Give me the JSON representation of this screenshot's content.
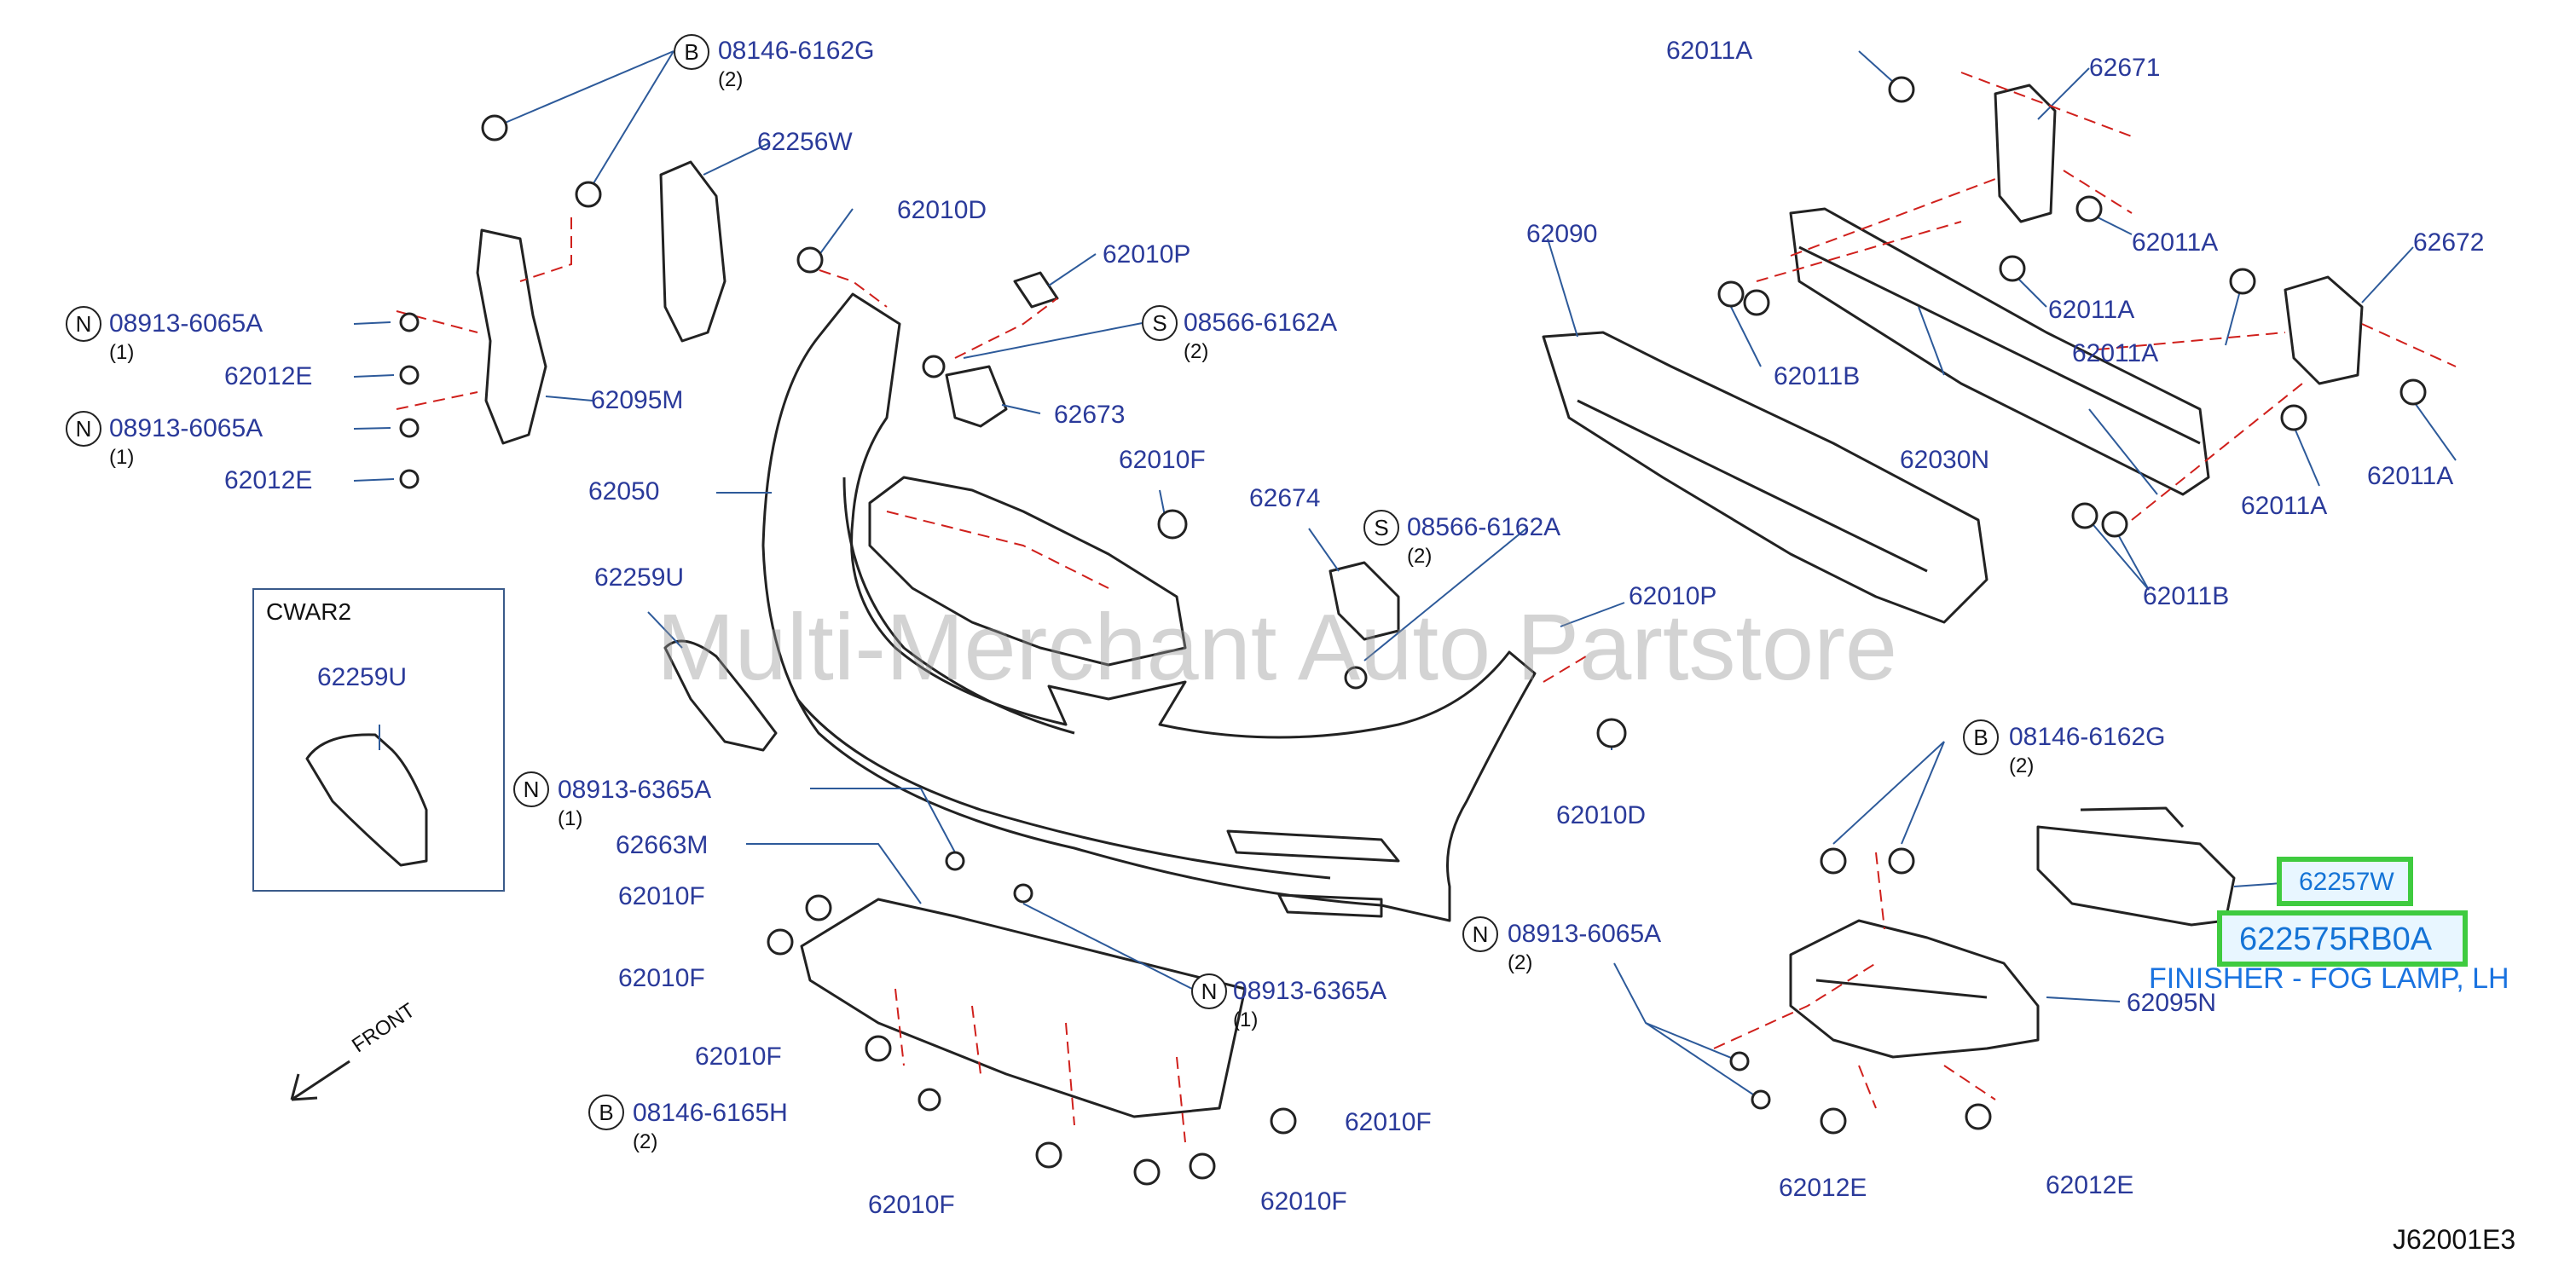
{
  "watermark": "Multi-Merchant Auto Partstore",
  "inset_title": "CWAR2",
  "diagram_code": "J62001E3",
  "front_label": "FRONT",
  "highlight": {
    "part_label": "62257W",
    "part_number": "622575RB0A",
    "description": "FINISHER - FOG LAMP, LH"
  },
  "colors": {
    "label_blue": "#2a3a9a",
    "highlight_green": "#3fcb3f",
    "highlight_text": "#1473d6",
    "leader_red": "#d0201c",
    "leader_blue": "#2d5a9a"
  },
  "labels": {
    "p08146_6162G_top": "08146-6162G",
    "c2_top": "(2)",
    "p62256W": "62256W",
    "p62010D_top": "62010D",
    "p62010P_top": "62010P",
    "p08566_6162A_top": "08566-6162A",
    "c2_s1": "(2)",
    "p62673": "62673",
    "p08913_6065A_1": "08913-6065A",
    "c1_n1": "(1)",
    "p62012E_1": "62012E",
    "p08913_6065A_2": "08913-6065A",
    "c1_n2": "(1)",
    "p62012E_2": "62012E",
    "p62095M": "62095M",
    "p62050": "62050",
    "p62010F_mid": "62010F",
    "p62674": "62674",
    "p08566_6162A_mid": "08566-6162A",
    "c2_s2": "(2)",
    "p62259U": "62259U",
    "p62259U_inset": "62259U",
    "p62010P_mid": "62010P",
    "p62010D_mid": "62010D",
    "p08913_6365A_1": "08913-6365A",
    "c1_n3": "(1)",
    "p62663M": "62663M",
    "p62010F_a": "62010F",
    "p62010F_b": "62010F",
    "p62010F_c": "62010F",
    "p08913_6365A_2": "08913-6365A",
    "c1_n4": "(1)",
    "p08146_6165H": "08146-6165H",
    "c2_b2": "(2)",
    "p62010F_d": "62010F",
    "p62010F_e": "62010F",
    "p62010F_f": "62010F",
    "p08913_6065A_3": "08913-6065A",
    "c2_n5": "(2)",
    "p08146_6162G_mid": "08146-6162G",
    "c2_b3": "(2)",
    "p62095N": "62095N",
    "p62012E_3": "62012E",
    "p62012E_4": "62012E",
    "p62011A_1": "62011A",
    "p62671": "62671",
    "p62011A_2": "62011A",
    "p62011A_3": "62011A",
    "p62672": "62672",
    "p62011A_4": "62011A",
    "p62090": "62090",
    "p62011B_1": "62011B",
    "p62030N": "62030N",
    "p62011A_5": "62011A",
    "p62011A_6": "62011A",
    "p62011B_2": "62011B"
  },
  "badges": {
    "b1": "B",
    "b2": "B",
    "b3": "B",
    "s1": "S",
    "s2": "S",
    "n1": "N",
    "n2": "N",
    "n3": "N",
    "n4": "N",
    "n5": "N"
  }
}
